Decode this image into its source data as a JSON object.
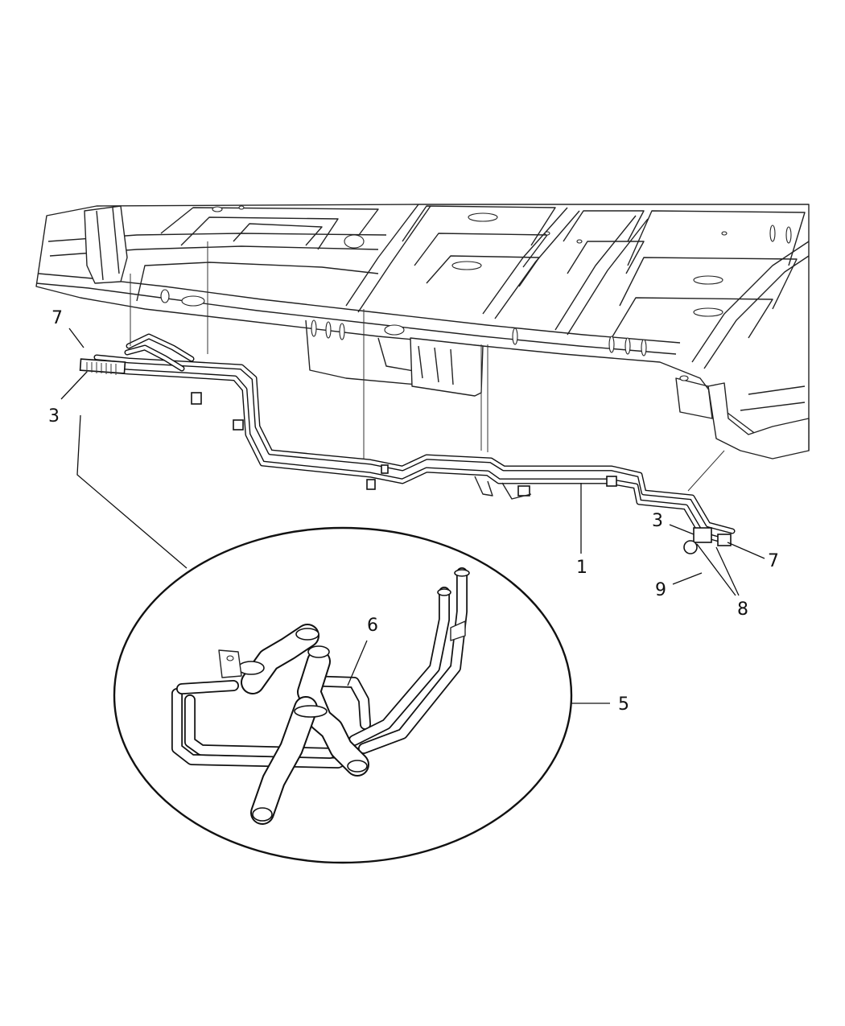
{
  "callouts": {
    "c1": "1",
    "c3_left": "3",
    "c3_right": "3",
    "c5": "5",
    "c6": "6",
    "c7_left": "7",
    "c7_right": "7",
    "c8": "8",
    "c9": "9"
  },
  "colors": {
    "line": "#111111",
    "background": "#ffffff"
  }
}
